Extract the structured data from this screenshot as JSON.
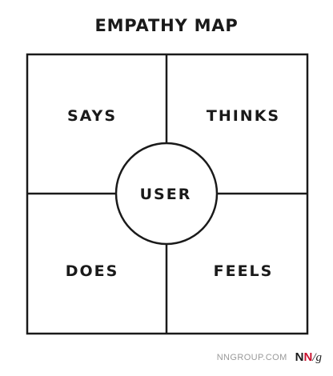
{
  "title": "EMPATHY MAP",
  "quadrants": {
    "top_left": "SAYS",
    "top_right": "THINKS",
    "bottom_left": "DOES",
    "bottom_right": "FEELS"
  },
  "center": "USER",
  "footer": {
    "site": "NNGROUP.COM",
    "logo": {
      "n1": "N",
      "n2": "N",
      "slash_g": "/g"
    }
  },
  "colors": {
    "line": "#1a1a1a",
    "logo_accent": "#c8102e",
    "footer_text": "#9a9a9a"
  }
}
